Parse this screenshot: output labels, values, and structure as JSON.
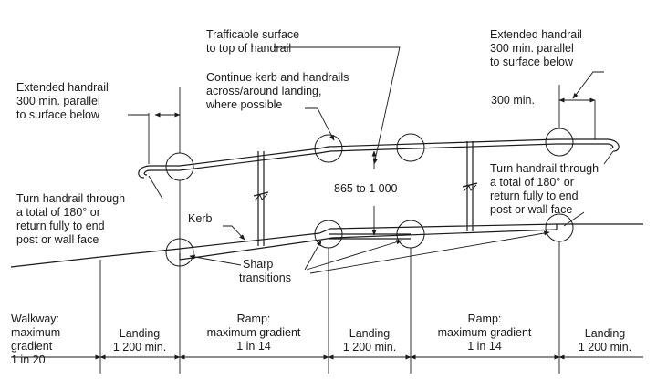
{
  "callouts": {
    "trafficable": [
      "Trafficable surface",
      "to top of handrail"
    ],
    "continue_kerb": [
      "Continue kerb and handrails",
      "across/around landing,",
      "where possible"
    ],
    "extended_left": [
      "Extended handrail",
      "300 min. parallel",
      "to surface below"
    ],
    "extended_right": [
      "Extended handrail",
      "300 min. parallel",
      "to surface below"
    ],
    "min_300": "300 min.",
    "turn_left": [
      "Turn handrail through",
      "a total of 180° or",
      "return fully to end",
      "post or wall face"
    ],
    "turn_right": [
      "Turn handrail through",
      "a total of 180° or",
      "return fully to end",
      "post or wall face"
    ],
    "height_range": "865 to 1 000",
    "kerb": "Kerb",
    "sharp": [
      "Sharp",
      "transitions"
    ]
  },
  "segments": [
    {
      "lines": [
        "Walkway:",
        "maximum",
        "gradient",
        "1 in 20"
      ]
    },
    {
      "lines": [
        "Landing",
        "1 200 min."
      ]
    },
    {
      "lines": [
        "Ramp:",
        "maximum gradient",
        "1 in 14"
      ]
    },
    {
      "lines": [
        "Landing",
        "1 200 min."
      ]
    },
    {
      "lines": [
        "Ramp:",
        "maximum gradient",
        "1 in 14"
      ]
    },
    {
      "lines": [
        "Landing",
        "1 200 min."
      ]
    }
  ]
}
